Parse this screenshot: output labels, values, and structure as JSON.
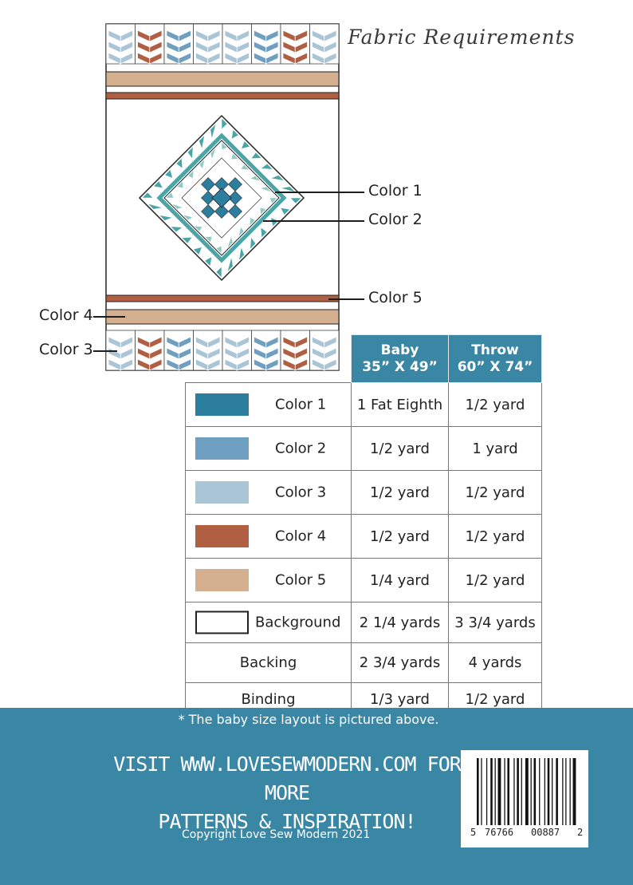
{
  "title": "Fabric Requirements",
  "colors": {
    "color1": "#2c7e9e",
    "color2": "#6f9fc0",
    "color3": "#a9c5d6",
    "color4": "#b05f42",
    "color5": "#d4b090",
    "mid_teal": "#4aa6a6",
    "light_teal": "#8fcbc4",
    "header_blue": "#3a86a5",
    "footer_blue": "#3a86a5"
  },
  "callouts": {
    "c1": "Color 1",
    "c2": "Color 2",
    "c5": "Color 5",
    "c4": "Color 4",
    "c3": "Color 3"
  },
  "table": {
    "headers": [
      {
        "name": "Baby",
        "size": "35” X 49”"
      },
      {
        "name": "Throw",
        "size": "60” X 74”"
      }
    ],
    "rows": [
      {
        "label": "Color 1",
        "baby": "1 Fat Eighth",
        "throw": "1/2 yard"
      },
      {
        "label": "Color 2",
        "baby": "1/2 yard",
        "throw": "1 yard"
      },
      {
        "label": "Color 3",
        "baby": "1/2 yard",
        "throw": "1/2 yard"
      },
      {
        "label": "Color 4",
        "baby": "1/2 yard",
        "throw": "1/2 yard"
      },
      {
        "label": "Color 5",
        "baby": "1/4 yard",
        "throw": "1/2 yard"
      },
      {
        "label": "Background",
        "baby": "2 1/4 yards",
        "throw": "3 3/4 yards"
      },
      {
        "label": "Backing",
        "baby": "2 3/4 yards",
        "throw": "4 yards"
      },
      {
        "label": "Binding",
        "baby": "1/3 yard",
        "throw": "1/2 yard"
      }
    ]
  },
  "footer": {
    "note": "* The baby size layout is pictured above.",
    "visit_line1": "Visit www.lovesewmodern.com for more",
    "visit_line2": "patterns & Inspiration!",
    "copyright": "Copyright Love Sew Modern 2021",
    "barcode": {
      "first": "5",
      "left": "76766",
      "right": "00887",
      "last": "2"
    }
  }
}
